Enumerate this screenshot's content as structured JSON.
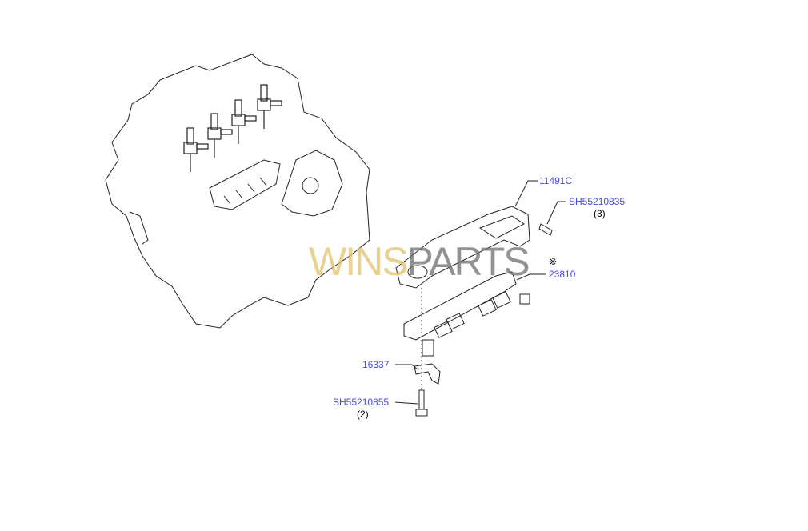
{
  "diagram": {
    "watermark": {
      "part1": "WINS",
      "part2": "PARTS"
    },
    "callouts": [
      {
        "part_no": "11491C",
        "qty": ""
      },
      {
        "part_no": "SH55210835",
        "qty": "(3)"
      },
      {
        "part_no": "23810",
        "qty": "",
        "note_mark": "※"
      },
      {
        "part_no": "16337",
        "qty": ""
      },
      {
        "part_no": "SH55210855",
        "qty": "(2)"
      }
    ],
    "colors": {
      "link": "#4b4bd6",
      "line": "#000000",
      "watermark_gold": "#e0c270",
      "watermark_gray": "#6e6e6e"
    }
  }
}
